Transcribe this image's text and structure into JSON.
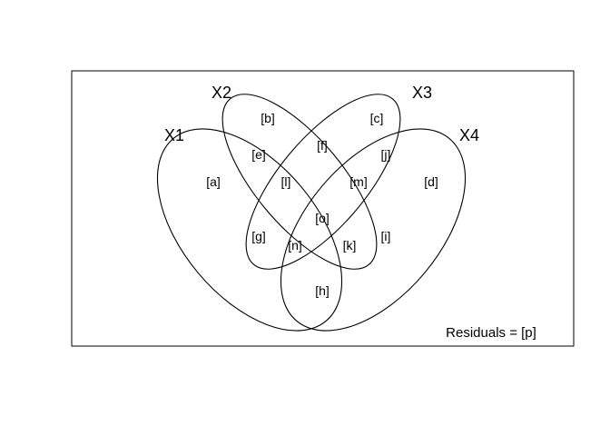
{
  "diagram": {
    "sets": [
      {
        "id": "x1",
        "label": "X1"
      },
      {
        "id": "x2",
        "label": "X2"
      },
      {
        "id": "x3",
        "label": "X3"
      },
      {
        "id": "x4",
        "label": "X4"
      }
    ],
    "regions": {
      "a": "[a]",
      "b": "[b]",
      "c": "[c]",
      "d": "[d]",
      "e": "[e]",
      "f": "[f]",
      "g": "[g]",
      "h": "[h]",
      "i": "[i]",
      "j": "[j]",
      "k": "[k]",
      "l": "[l]",
      "m": "[m]",
      "n": "[n]",
      "o": "[o]"
    },
    "residuals": "Residuals = [p]"
  }
}
